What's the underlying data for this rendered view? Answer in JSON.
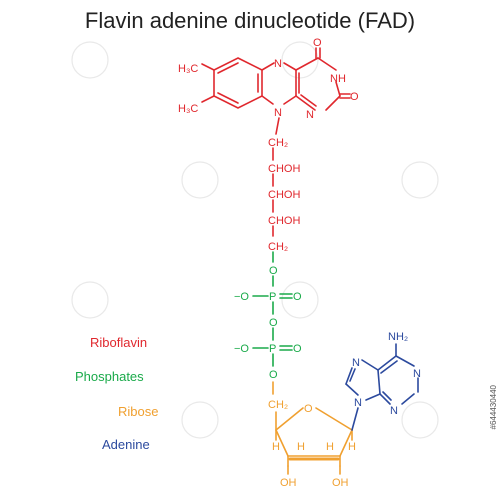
{
  "title": "Flavin adenine dinucleotide (FAD)",
  "colors": {
    "riboflavin": "#e0282e",
    "phosphates": "#1aaa4a",
    "ribose": "#f0a030",
    "adenine": "#2c4a9e",
    "title": "#222222"
  },
  "legend": [
    {
      "label": "Riboflavin",
      "color": "#e0282e"
    },
    {
      "label": "Phosphates",
      "color": "#1aaa4a"
    },
    {
      "label": "Ribose",
      "color": "#f0a030"
    },
    {
      "label": "Adenine",
      "color": "#2c4a9e"
    }
  ],
  "atoms": {
    "riboflavin": {
      "methyl_top": "H₃C",
      "methyl_bottom": "H₃C",
      "n_ring_top": "N",
      "n_ring_bottom": "N",
      "n_imine": "N",
      "nh": "NH",
      "o_top": "O",
      "o_right": "O",
      "ch2_top": "CH₂",
      "choh_1": "CHOH",
      "choh_2": "CHOH",
      "choh_3": "CHOH",
      "ch2_bottom": "CH₂"
    },
    "phosphates": {
      "o_link_top": "O",
      "o_neg_1": "−O",
      "p_1": "P",
      "o_dbl_1": "O",
      "o_bridge": "O",
      "o_neg_2": "−O",
      "p_2": "P",
      "o_dbl_2": "O",
      "o_link_bottom": "O"
    },
    "ribose": {
      "ch2": "CH₂",
      "o_ring": "O",
      "h_1": "H",
      "h_2": "H",
      "h_3": "H",
      "h_4": "H",
      "oh_left": "OH",
      "oh_right": "OH"
    },
    "adenine": {
      "nh2": "NH₂",
      "n_9": "N",
      "n_7": "N",
      "n_1": "N",
      "n_3": "N"
    }
  },
  "stock_id": "#644430440"
}
